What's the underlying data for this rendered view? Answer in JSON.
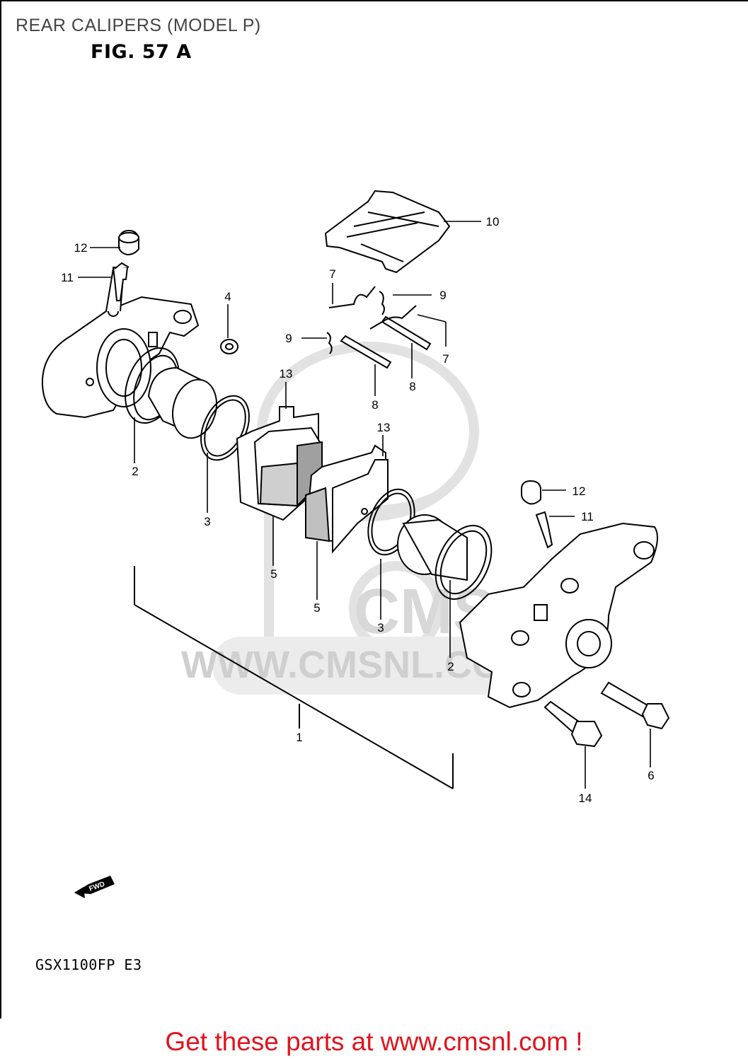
{
  "header": {
    "title": "REAR CALIPERS (MODEL P)",
    "figure": "FIG. 57 A"
  },
  "watermark": {
    "text": "WWW.CMSNL.COM",
    "logo_text": "CMS"
  },
  "fwd_badge": "FWD",
  "model_code": "GSX1100FP  E3",
  "footer": {
    "cta": "Get these parts at www.cmsnl.com !"
  },
  "callouts": {
    "c1": "1",
    "c2a": "2",
    "c2b": "2",
    "c3a": "3",
    "c3b": "3",
    "c4": "4",
    "c5a": "5",
    "c5b": "5",
    "c6": "6",
    "c7a": "7",
    "c7b": "7",
    "c8a": "8",
    "c8b": "8",
    "c9a": "9",
    "c9b": "9",
    "c10": "10",
    "c11a": "11",
    "c11b": "11",
    "c12a": "12",
    "c12b": "12",
    "c13a": "13",
    "c13b": "13",
    "c14": "14"
  },
  "colors": {
    "footer_red": "#e0141e",
    "line": "#000000",
    "watermark": "#d9d9d9"
  }
}
